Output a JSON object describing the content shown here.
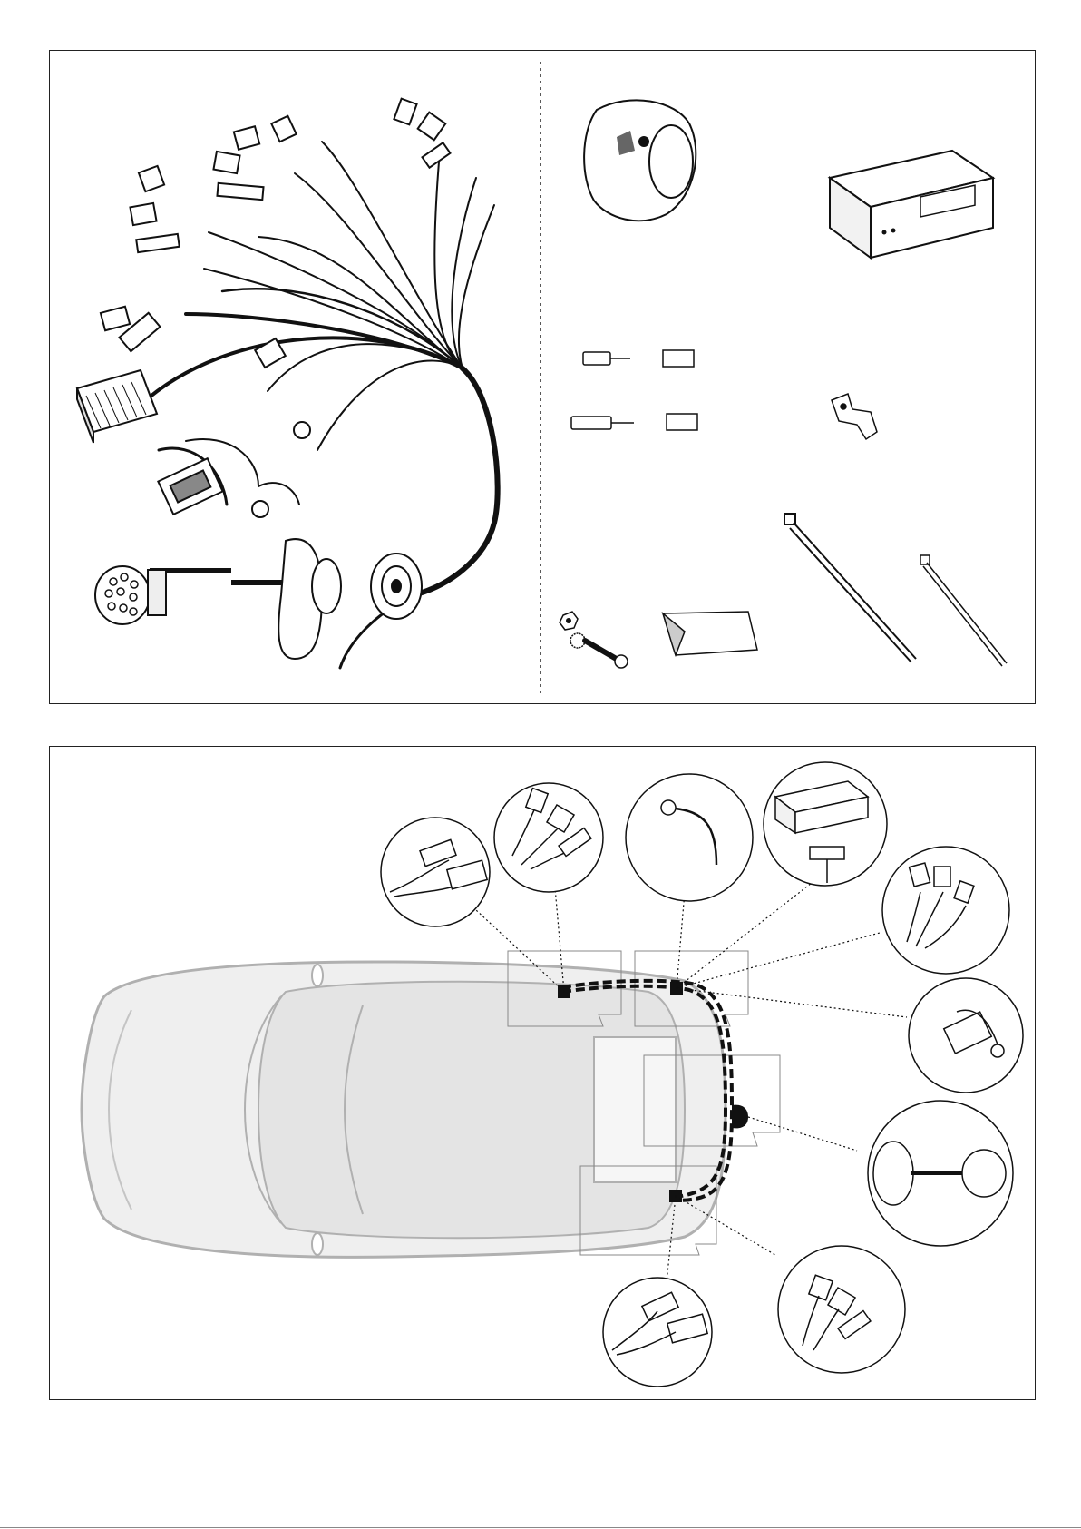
{
  "document": {
    "panels": [
      {
        "id": "kit-contents"
      },
      {
        "id": "installation-overview"
      }
    ],
    "kit_contents": {
      "harness": [
        "wiring-harness",
        "13-pin-socket",
        "socket-seal",
        "grommet"
      ],
      "parts": [
        "13-pin-housing",
        "control-module",
        "spade-terminal",
        "terminal-sleeve",
        "ring-terminal",
        "connector-block",
        "bracket-clip",
        "nut-washer-screw",
        "adhesive-pad",
        "cable-tie-large",
        "cable-tie-small"
      ]
    },
    "installation_overview": {
      "vehicle": "estate-car-top-view",
      "callouts": [
        "left-lamp-connectors",
        "left-rear-plug",
        "ground-ring",
        "control-module-detail",
        "right-lamp-connectors",
        "main-plug",
        "socket-detail",
        "rear-right-connectors",
        "rear-right-plug"
      ]
    }
  },
  "colors": {
    "line": "#111111",
    "car_fill": "#e6e6e6",
    "car_stroke": "#b0b0b0",
    "paper": "#ffffff"
  }
}
